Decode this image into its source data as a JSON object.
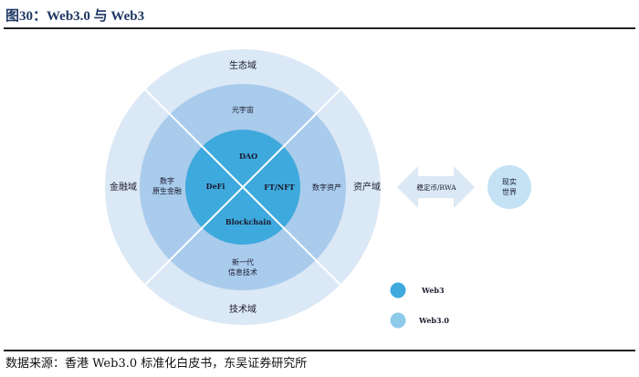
{
  "title": "图30：Web3.0 与 Web3",
  "source": "数据来源：香港 Web3.0 标准化白皮书，东吴证券研究所",
  "colors": {
    "outer": "#dbe8f5",
    "middle": "#a9cbec",
    "inner": "#3ea9dd",
    "legend_web3": "#3ea9dd",
    "legend_web30": "#8dcaea",
    "arrow": "#dbe8f5",
    "real_world": "#c4e2f4"
  },
  "outer_ring": {
    "top": "生态域",
    "left": "金融域",
    "right": "资产域",
    "bottom": "技术域"
  },
  "middle_ring": {
    "top": "元宇宙",
    "left_line1": "数字",
    "left_line2": "原生金融",
    "right": "数字资产",
    "bottom_line1": "新一代",
    "bottom_line2": "信息技术"
  },
  "inner": {
    "top": "DAO",
    "left": "DeFi",
    "right": "FT/NFT",
    "bottom": "Blockchain"
  },
  "arrow_label": "稳定币/RWA",
  "real_world": {
    "line1": "现实",
    "line2": "世界"
  },
  "legend": [
    {
      "label": "Web3"
    },
    {
      "label": "Web3.0"
    }
  ]
}
